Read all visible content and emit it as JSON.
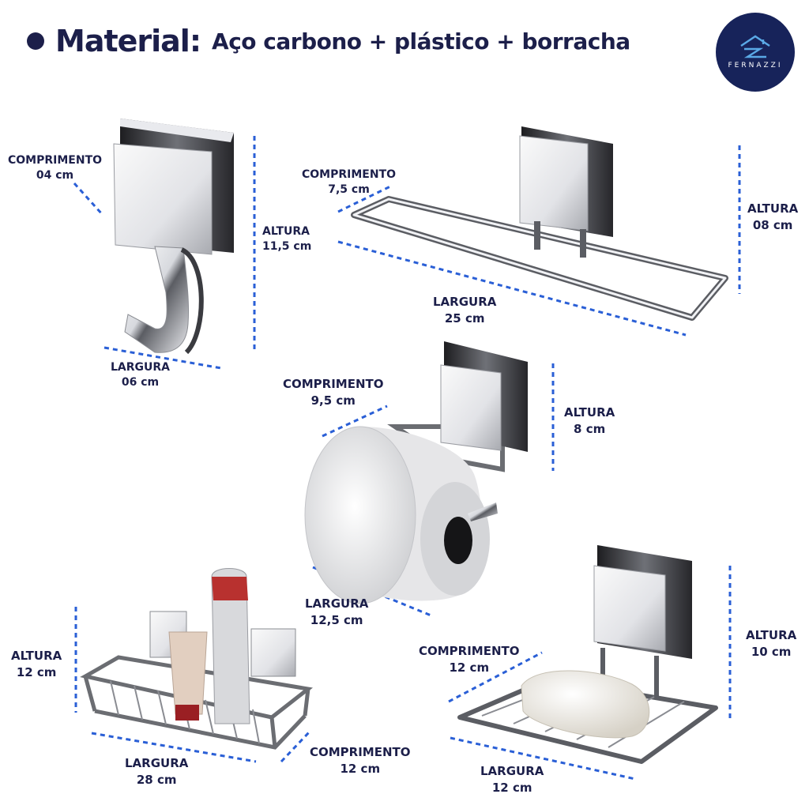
{
  "header": {
    "key": "Material:",
    "value": "Aço carbono + plástico + borracha"
  },
  "logo": {
    "text": "FERNAZZI"
  },
  "colors": {
    "navy": "#1c1f4a",
    "dim_line": "#2a5fd6",
    "chrome_light": "#f4f4f6",
    "chrome_dark": "#2a2a2e"
  },
  "products": {
    "hook": {
      "comprimento": {
        "label": "COMPRIMENTO",
        "value": "04 cm"
      },
      "altura": {
        "label": "ALTURA",
        "value": "11,5 cm"
      },
      "largura": {
        "label": "LARGURA",
        "value": "06 cm"
      }
    },
    "towel_bar": {
      "comprimento": {
        "label": "COMPRIMENTO",
        "value": "7,5 cm"
      },
      "altura": {
        "label": "ALTURA",
        "value": "08 cm"
      },
      "largura": {
        "label": "LARGURA",
        "value": "25 cm"
      }
    },
    "paper_holder": {
      "comprimento": {
        "label": "COMPRIMENTO",
        "value": "9,5 cm"
      },
      "altura": {
        "label": "ALTURA",
        "value": "8 cm"
      },
      "largura": {
        "label": "LARGURA",
        "value": "12,5 cm"
      }
    },
    "basket": {
      "altura": {
        "label": "ALTURA",
        "value": "12 cm"
      },
      "largura": {
        "label": "LARGURA",
        "value": "28 cm"
      },
      "comprimento": {
        "label": "COMPRIMENTO",
        "value": "12 cm"
      }
    },
    "soap_dish": {
      "comprimento": {
        "label": "COMPRIMENTO",
        "value": "12 cm"
      },
      "altura": {
        "label": "ALTURA",
        "value": "10 cm"
      },
      "largura": {
        "label": "LARGURA",
        "value": "12 cm"
      }
    }
  }
}
